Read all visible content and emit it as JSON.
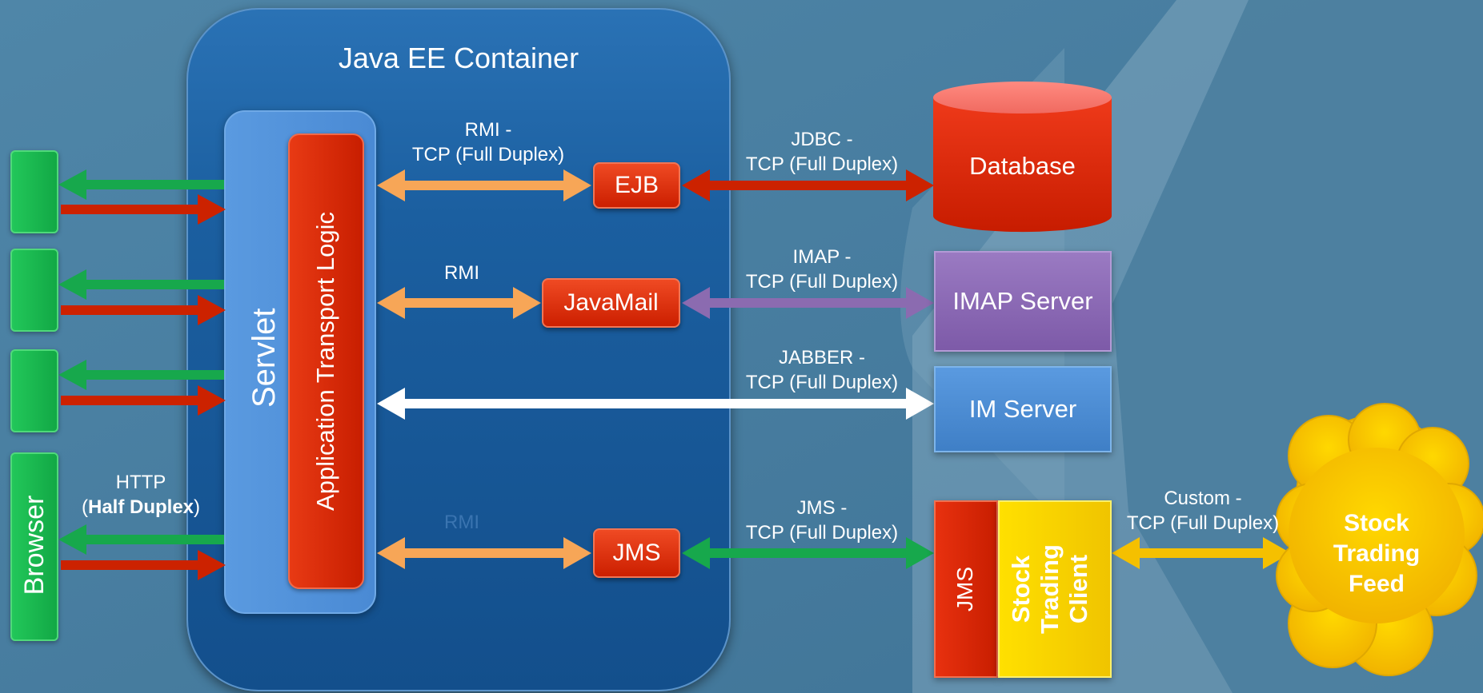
{
  "container": {
    "title": "Java EE Container"
  },
  "servlet": {
    "label": "Servlet"
  },
  "transport": {
    "label": "Application Transport Logic"
  },
  "browser": {
    "label": "Browser"
  },
  "nodes": {
    "ejb": "EJB",
    "javamail": "JavaMail",
    "jms": "JMS",
    "database": "Database",
    "imap_server": "IMAP Server",
    "im_server": "IM Server",
    "client_jms": "JMS",
    "stock_client": "Stock Trading Client",
    "stock_feed": [
      "Stock",
      "Trading",
      "Feed"
    ]
  },
  "labels": {
    "rmi_tcp": [
      "RMI -",
      "TCP (Full Duplex)"
    ],
    "rmi": "RMI",
    "rmi_faded": "RMI",
    "jdbc": [
      "JDBC -",
      "TCP (Full Duplex)"
    ],
    "imap": [
      "IMAP -",
      "TCP (Full Duplex)"
    ],
    "jabber": [
      "JABBER -",
      "TCP (Full Duplex)"
    ],
    "jms": [
      "JMS -",
      "TCP (Full Duplex)"
    ],
    "custom": [
      "Custom -",
      "TCP (Full Duplex)"
    ],
    "http": {
      "line1": "HTTP",
      "open": "(",
      "bold": "Half Duplex",
      "close": ")"
    }
  },
  "colors": {
    "background": "#4a7e9f",
    "orange_arrow": "#f7a657",
    "red_arrow": "#cc2200",
    "green_arrow": "#17a84c",
    "purple_arrow": "#8b6bb0",
    "yellow_arrow": "#f5c000",
    "white_arrow": "#ffffff"
  }
}
